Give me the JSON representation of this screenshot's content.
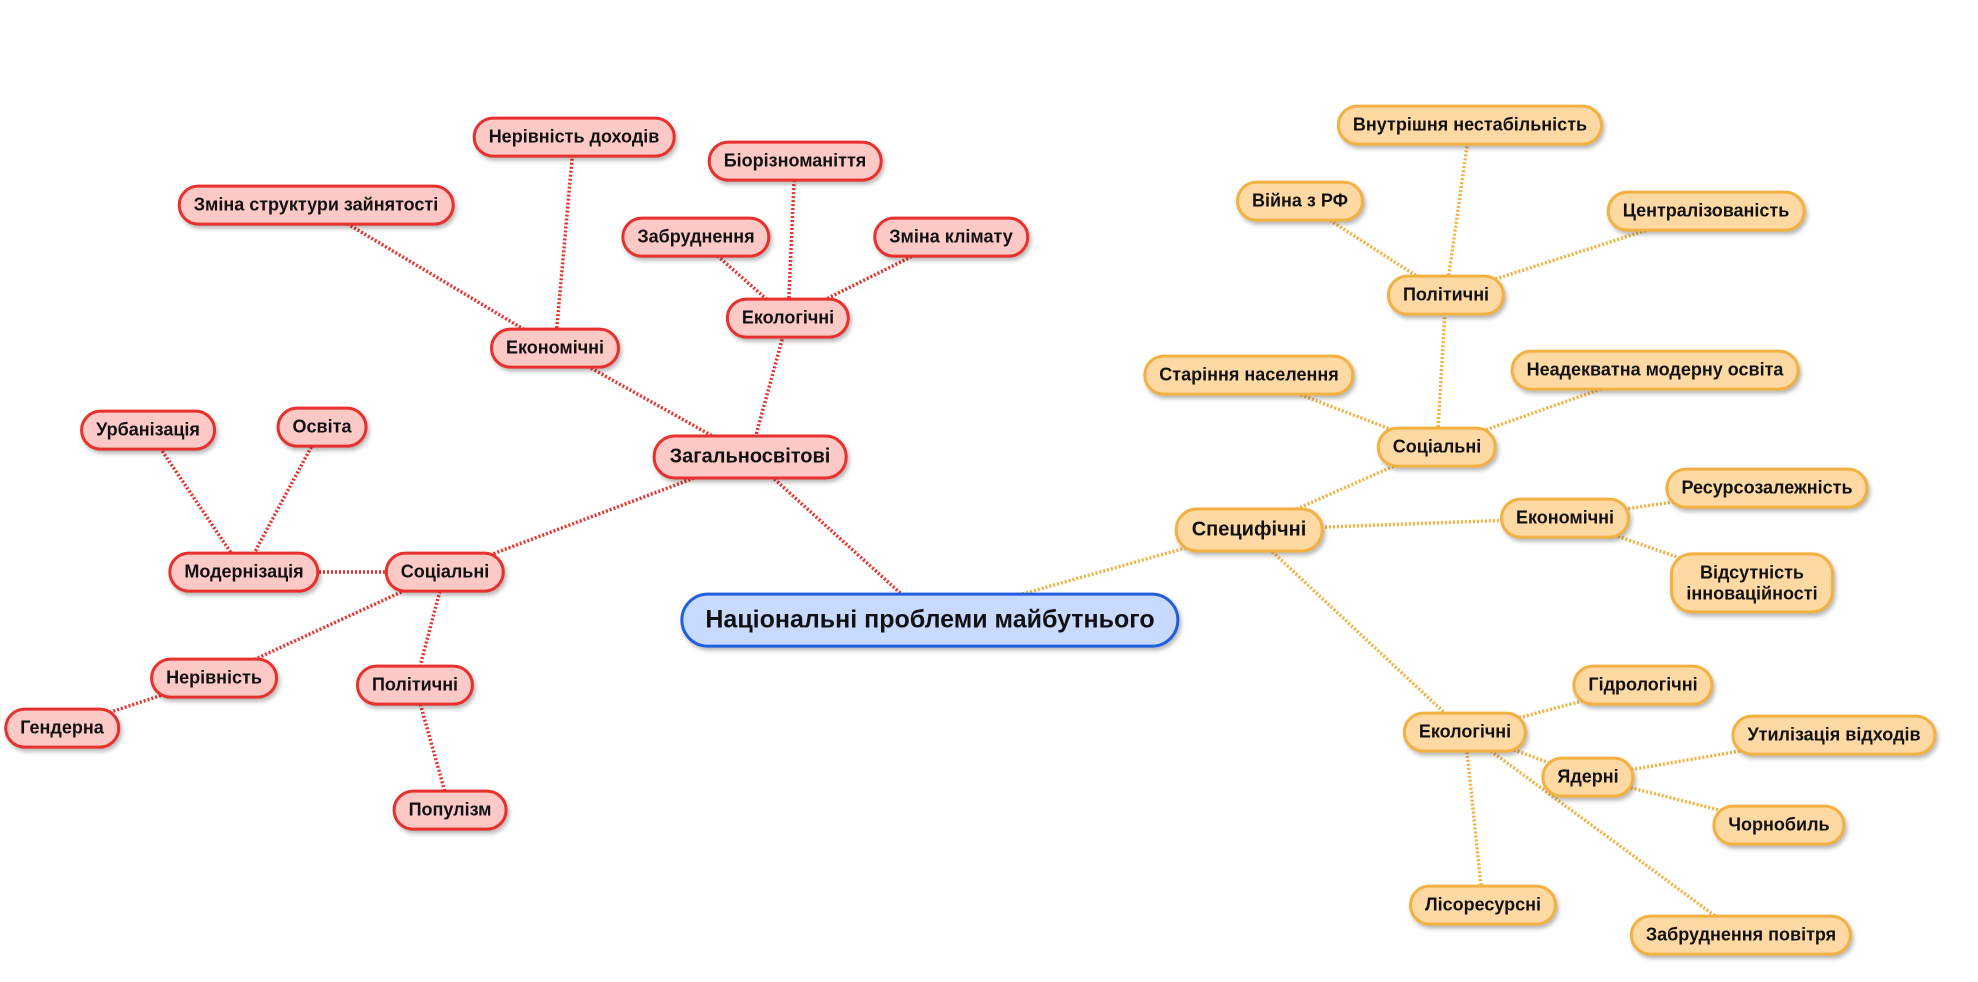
{
  "mindmap": {
    "root": "Національні проблеми майбутнього",
    "colors": {
      "root_fill": "#c8daff",
      "root_border": "#1f5fe0",
      "general_fill": "#fcc9c6",
      "general_border": "#e8302c",
      "specific_fill": "#fed9a4",
      "specific_border": "#f2b140"
    },
    "general": {
      "label": "Загальносвітові",
      "economic": {
        "label": "Економічні",
        "children": [
          "Нерівність доходів",
          "Зміна структури зайнятості"
        ]
      },
      "ecological": {
        "label": "Екологічні",
        "children": [
          "Біорізноманіття",
          "Забруднення",
          "Зміна клімату"
        ]
      },
      "social": {
        "label": "Соціальні",
        "modernization": {
          "label": "Модернізація",
          "children": [
            "Урбанізація",
            "Освіта"
          ]
        },
        "inequality": {
          "label": "Нерівність",
          "children": [
            "Гендерна"
          ]
        },
        "political": {
          "label": "Політичні",
          "children": [
            "Популізм"
          ]
        }
      }
    },
    "specific": {
      "label": "Специфічні",
      "social": {
        "label": "Соціальні",
        "children": [
          "Старіння населення",
          "Неадекватна модерну освіта"
        ]
      },
      "political": {
        "label": "Політичні",
        "children": [
          "Внутрішня нестабільність",
          "Війна з РФ",
          "Централізованість"
        ]
      },
      "economic": {
        "label": "Економічні",
        "children": [
          "Ресурсозалежність",
          "Відсутність інноваційності"
        ]
      },
      "ecological": {
        "label": "Екологічні",
        "children": [
          "Гідрологічні",
          "Лісоресурсні",
          "Забруднення повітря"
        ],
        "nuclear": {
          "label": "Ядерні",
          "children": [
            "Утилізація відходів",
            "Чорнобиль"
          ]
        }
      }
    }
  }
}
